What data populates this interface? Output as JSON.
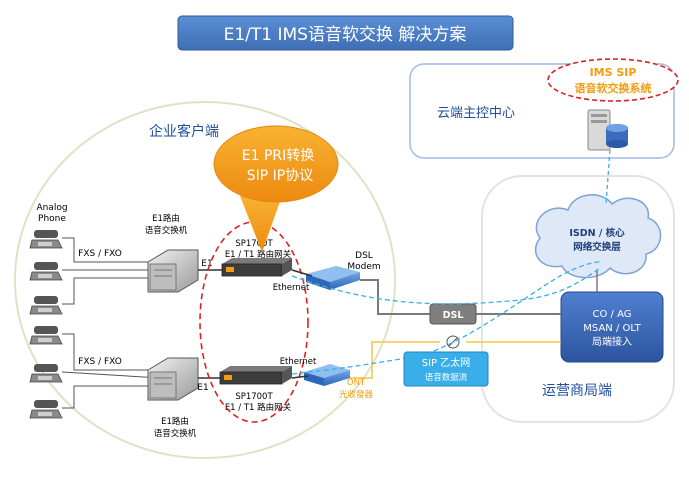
{
  "title": "E1/T1   IMS语音软交换  解决方案",
  "cloud_center": {
    "label": "云端主控中心",
    "ims_line1": "IMS SIP",
    "ims_line2": "语音软交换系统"
  },
  "enterprise": {
    "label": "企业客户端"
  },
  "callout": {
    "line1": "E1 PRI转换",
    "line2": "SIP  IP协议"
  },
  "left": {
    "analog_line1": "Analog",
    "analog_line2": "Phone",
    "fxs_top": "FXS / FXO",
    "fxs_bottom": "FXS / FXO",
    "router_top_line1": "E1路由",
    "router_top_line2": "语音交换机",
    "router_bottom_line1": "E1路由",
    "router_bottom_line2": "语音交换机",
    "e1_top": "E1",
    "e1_bottom": "E1"
  },
  "gateway_top": {
    "line1": "SP1700T",
    "line2": "E1 / T1 路由网关"
  },
  "gateway_bottom": {
    "line1": "SP1700T",
    "line2": "E1 / T1 路由网关"
  },
  "modem": {
    "line1": "DSL",
    "line2": "Modem",
    "ethernet_top": "Ethernet",
    "ethernet_bottom": "Ethernet",
    "ont_line1": "ONT",
    "ont_line2": "光收發器"
  },
  "dsl_box": "DSL",
  "sip_box": {
    "line1": "SIP 乙太网",
    "line2": "语音数据流"
  },
  "core_cloud": {
    "line1": "ISDN / 核心",
    "line2": "网络交换层"
  },
  "access_box": {
    "line1": "CO / AG",
    "line2": "MSAN / OLT",
    "line3": "局端接入"
  },
  "operator": {
    "label": "运营商局端"
  },
  "colors": {
    "title_bg": "#4d7fc2",
    "callout": "#f39c12",
    "accent_red": "#e02020",
    "access_box": "#3a67b3",
    "cloud_fill": "#dfe8f7",
    "sip_box": "#3aaee8",
    "dsl_box": "#7f7f7f",
    "blue_text": "#1f4e9a"
  }
}
